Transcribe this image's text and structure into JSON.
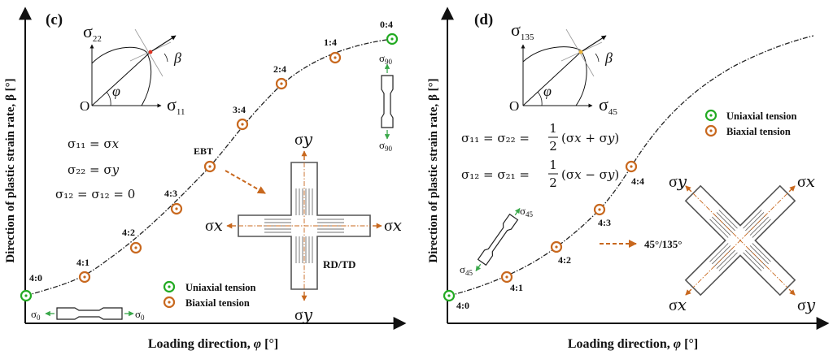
{
  "colors": {
    "uniaxial": "#22aa22",
    "biaxial": "#c8681e",
    "arrow": "#c8681e",
    "green_arrow": "#3aa84a",
    "axis": "#111111",
    "yield_point": "#e8b23a",
    "yield_point_c": "#dd3322"
  },
  "panel_c": {
    "label": "(c)",
    "xlabel_text": "Loading direction, ",
    "xlabel_sym": "φ",
    "xlabel_unit": " [°]",
    "ylabel": "Direction of plastic strain rate, β [°]",
    "points": [
      {
        "label": "4:0",
        "type": "uniaxial"
      },
      {
        "label": "4:1",
        "type": "biaxial"
      },
      {
        "label": "4:2",
        "type": "biaxial"
      },
      {
        "label": "4:3",
        "type": "biaxial"
      },
      {
        "label": "EBT",
        "type": "biaxial"
      },
      {
        "label": "3:4",
        "type": "biaxial"
      },
      {
        "label": "2:4",
        "type": "biaxial"
      },
      {
        "label": "1:4",
        "type": "biaxial"
      },
      {
        "label": "0:4",
        "type": "uniaxial"
      }
    ],
    "inset": {
      "y_axis": "σ",
      "y_sub": "22",
      "x_axis": "σ",
      "x_sub": "11",
      "origin": "O",
      "phi": "φ",
      "beta": "β"
    },
    "equations": [
      "σ₁₁ = σ𝑥",
      "σ₂₂ = σ𝑦",
      "σ₁₂ = σ₁₂ = 0"
    ],
    "legend": {
      "uniaxial": "Uniaxial tension",
      "biaxial": "Biaxial tension"
    },
    "cross": {
      "top": "σ𝑦",
      "bottom": "σ𝑦",
      "left": "σ𝑥",
      "right": "σ𝑥",
      "label": "RD/TD"
    },
    "tensile_h": {
      "left": "σ",
      "left_sub": "0",
      "right": "σ",
      "right_sub": "0"
    },
    "tensile_v": {
      "top": "σ",
      "top_sub": "90",
      "bottom": "σ",
      "bottom_sub": "90"
    }
  },
  "panel_d": {
    "label": "(d)",
    "xlabel_text": "Loading direction, ",
    "xlabel_sym": "φ",
    "xlabel_unit": " [°]",
    "ylabel": "Direction of plastic strain rate, β [°]",
    "points": [
      {
        "label": "4:0",
        "type": "uniaxial"
      },
      {
        "label": "4:1",
        "type": "biaxial"
      },
      {
        "label": "4:2",
        "type": "biaxial"
      },
      {
        "label": "4:3",
        "type": "biaxial"
      },
      {
        "label": "4:4",
        "type": "biaxial"
      }
    ],
    "inset": {
      "y_axis": "σ",
      "y_sub": "135",
      "x_axis": "σ",
      "x_sub": "45",
      "origin": "O",
      "phi": "φ",
      "beta": "β"
    },
    "eq1_lhs": "σ₁₁ = σ₂₂ =",
    "eq1_rhs": "(σ𝑥 + σ𝑦)",
    "eq2_lhs": "σ₁₂ = σ₂₁ =",
    "eq2_rhs": "(σ𝑥 − σ𝑦)",
    "frac_num": "1",
    "frac_den": "2",
    "legend": {
      "uniaxial": "Uniaxial tension",
      "biaxial": "Biaxial tension"
    },
    "cross": {
      "top_left": "σ𝑦",
      "top_right": "σ𝑥",
      "bottom_left": "σ𝑥",
      "bottom_right": "σ𝑦",
      "label": "45°/135°"
    },
    "tensile": {
      "top": "σ",
      "top_sub": "45",
      "bottom": "σ",
      "bottom_sub": "45"
    }
  }
}
